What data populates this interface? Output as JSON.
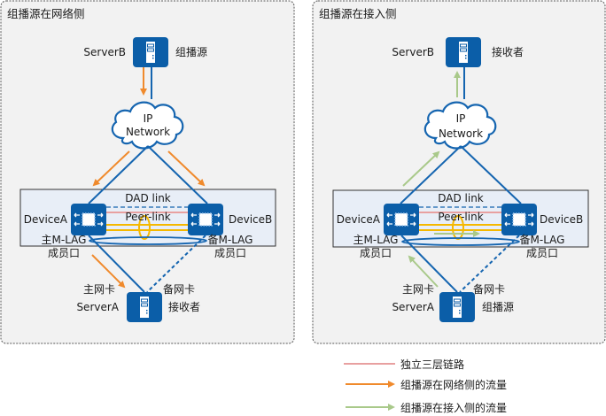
{
  "panels": [
    {
      "title": "组播源在网络侧",
      "server_b": {
        "name": "ServerB",
        "role": "组播源"
      },
      "cloud": {
        "line1": "IP",
        "line2": "Network"
      },
      "dad_link": "DAD link",
      "peer_link": "Peer-link",
      "device_a": "DeviceA",
      "device_b": "DeviceB",
      "primary_port": {
        "line1": "主M-LAG",
        "line2": "成员口"
      },
      "backup_port": {
        "line1": "备M-LAG",
        "line2": "成员口"
      },
      "primary_nic": "主网卡",
      "backup_nic": "备网卡",
      "server_a": {
        "name": "ServerA",
        "role": "接收者"
      },
      "flow": "network-side"
    },
    {
      "title": "组播源在接入侧",
      "server_b": {
        "name": "ServerB",
        "role": "接收者"
      },
      "cloud": {
        "line1": "IP",
        "line2": "Network"
      },
      "dad_link": "DAD link",
      "peer_link": "Peer-link",
      "device_a": "DeviceA",
      "device_b": "DeviceB",
      "primary_port": {
        "line1": "主M-LAG",
        "line2": "成员口"
      },
      "backup_port": {
        "line1": "备M-LAG",
        "line2": "成员口"
      },
      "primary_nic": "主网卡",
      "backup_nic": "备网卡",
      "server_a": {
        "name": "ServerA",
        "role": "组播源"
      },
      "flow": "access-side"
    }
  ],
  "legend": [
    {
      "label": "独立三层链路",
      "type": "line",
      "color": "#e8a0a0"
    },
    {
      "label": "组播源在网络侧的流量",
      "type": "arrow",
      "color": "#f08a2c"
    },
    {
      "label": "组播源在接入侧的流量",
      "type": "arrow",
      "color": "#a9c98a"
    }
  ],
  "colors": {
    "device_blue": "#0b5ea8",
    "link_blue": "#1565b0",
    "peer_yellow": "#f5b800",
    "l3_pink": "#e8a0a0",
    "orange_flow": "#f08a2c",
    "green_flow": "#a9c98a",
    "panel_bg": "#f2f2f2",
    "mlag_bg": "#e8eef7"
  }
}
